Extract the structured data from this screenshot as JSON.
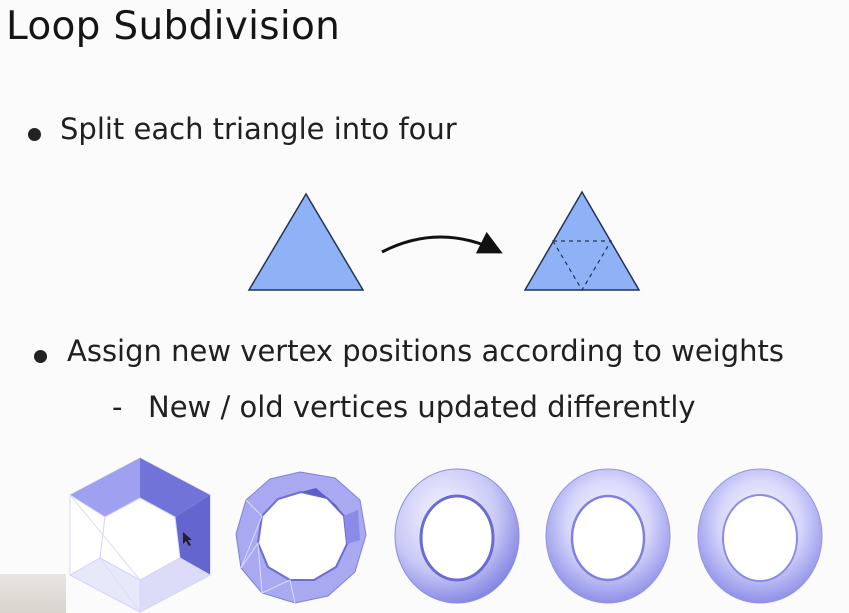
{
  "slide": {
    "title": "Loop Subdivision",
    "bullets": [
      "Split each triangle into four",
      "Assign new vertex positions according to weights"
    ],
    "sub_bullet_marker": "-",
    "sub_bullet": "New / old vertices updated differently"
  },
  "colors": {
    "triangle_fill": "#8fb2f7",
    "triangle_stroke": "#223355",
    "mesh_fill": "#9fa0ef",
    "mesh_dark": "#7273d8"
  },
  "icons": {
    "arrow": "curved-arrow-icon",
    "cursor": "mouse-cursor-icon"
  }
}
